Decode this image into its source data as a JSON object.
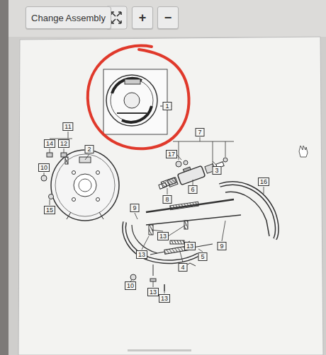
{
  "diagram": {
    "nodes": [
      {
        "text": [
          "Change Assembly"
        ]
      },
      {
        "text": [
          "+"
        ]
      },
      {
        "text": [
          "−"
        ]
      }
    ],
    "labels": [
      "1",
      "11",
      "14",
      "12",
      "2",
      "10",
      "15",
      "7",
      "17",
      "3",
      "6",
      "16",
      "8",
      "9",
      "13",
      "13",
      "13",
      "5",
      "9",
      "4",
      "10",
      "13",
      "13"
    ]
  }
}
